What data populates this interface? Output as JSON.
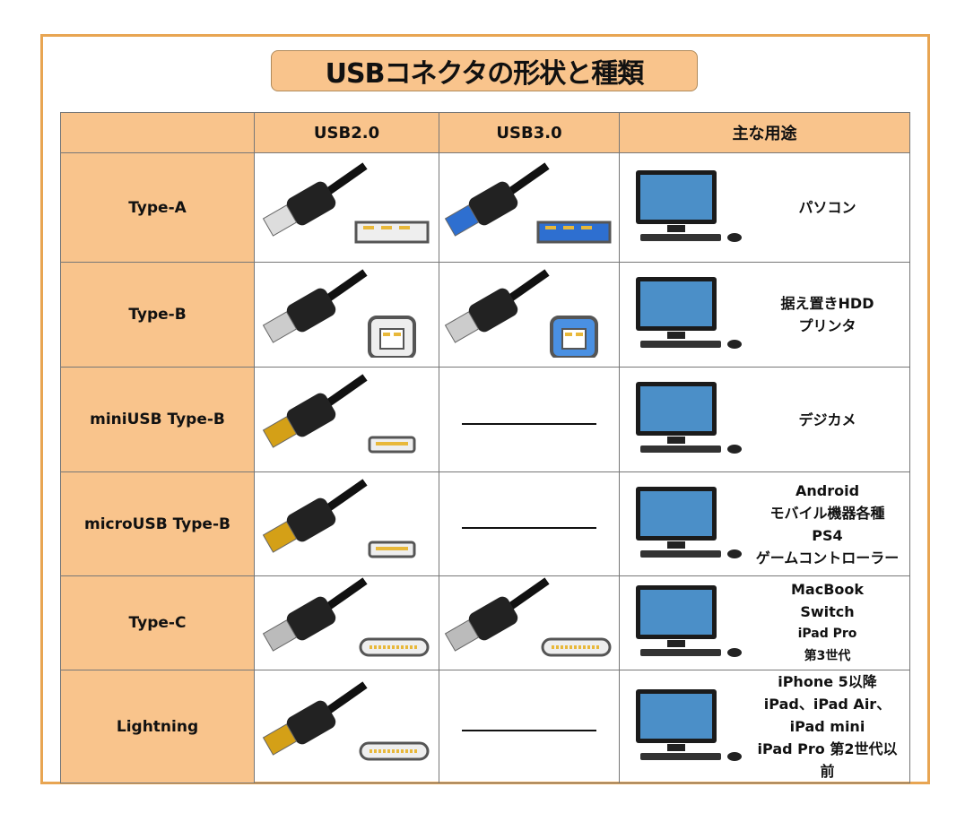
{
  "title": "USBコネクタの形状と種類",
  "headers": [
    "",
    "USB2.0",
    "USB3.0",
    "主な用途"
  ],
  "rows": [
    {
      "label": "Type-A",
      "usb2": "type-a-plug",
      "usb3": "type-a-plug-blue",
      "device": "desktop-pc-icon",
      "uses": [
        "パソコン"
      ]
    },
    {
      "label": "Type-B",
      "usb2": "type-b-plug",
      "usb3": "type-b-plug-blue",
      "device": "hdd-printer-icon",
      "uses": [
        "据え置きHDD",
        "プリンタ"
      ]
    },
    {
      "label": "miniUSB Type-B",
      "usb2": "mini-b-plug",
      "usb3": null,
      "device": "camera-icon",
      "uses": [
        "デジカメ"
      ]
    },
    {
      "label": "microUSB Type-B",
      "usb2": "micro-b-plug",
      "usb3": null,
      "device": "ps4-android-icon",
      "uses": [
        "Android",
        "モバイル機器各種",
        "PS4",
        "ゲームコントローラー"
      ]
    },
    {
      "label": "Type-C",
      "usb2": "type-c-plug",
      "usb3": "type-c-plug",
      "device": "macbook-ipad-icon",
      "uses": [
        "MacBook",
        "Switch",
        "iPad Pro",
        "第3世代"
      ]
    },
    {
      "label": "Lightning",
      "usb2": "lightning-plug",
      "usb3": null,
      "device": "iphone-ipad-icon",
      "uses": [
        "iPhone 5以降",
        "iPad、iPad Air、iPad mini",
        "iPad Pro 第2世代以前"
      ]
    }
  ],
  "colors": {
    "header": "#F9C48C",
    "frame": "#E8A552",
    "usb3_blue": "#2E6FD0",
    "pin_gold": "#E8B83A"
  }
}
